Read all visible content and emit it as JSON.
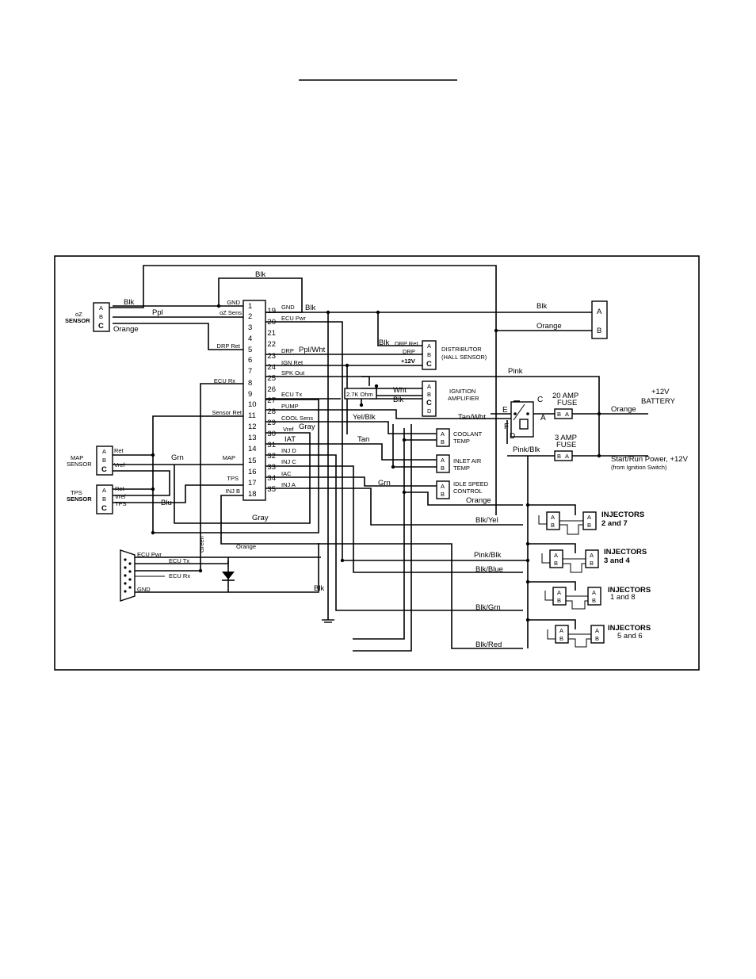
{
  "header_rule": true,
  "pins_left": [
    "1",
    "2",
    "3",
    "4",
    "5",
    "6",
    "7",
    "8",
    "9",
    "10",
    "11",
    "12",
    "13",
    "14",
    "15",
    "16",
    "17",
    "18"
  ],
  "pins_right": [
    "19",
    "20",
    "21",
    "22",
    "23",
    "24",
    "25",
    "26",
    "27",
    "28",
    "29",
    "30",
    "31",
    "32",
    "33",
    "34",
    "35"
  ],
  "pin_labels": {
    "gnd_l": "GND",
    "o2_sens": "oZ Sens",
    "drp_ret_l": "DRP Ret",
    "ecu_rx": "ECU Rx",
    "sensor_ret": "Sensor Ret",
    "map": "MAP",
    "tps": "TPS",
    "inj_b": "INJ B",
    "gnd_r": "GND",
    "ecu_pwr": "ECU Pwr",
    "drp": "DRP",
    "ign_ret": "IGN Ret",
    "spk_out": "SPK Out",
    "ecu_tx": "ECU Tx",
    "pump": "PUMP",
    "cool_sens": "COOL Sens",
    "vref": "Vref",
    "iat": "IAT",
    "inj_d": "INJ D",
    "inj_c": "INJ C",
    "iac": "IAC",
    "inj_a": "INJ A"
  },
  "wires": {
    "blk": "Blk",
    "ppl": "Ppl",
    "orange": "Orange",
    "ppl_wht": "Ppl/Wht",
    "gray": "Gray",
    "wht": "Wht",
    "tan_wht": "Tan/Wht",
    "yel_blk": "Yel/Blk",
    "tan": "Tan",
    "grn": "Grn",
    "blu": "Blu",
    "pink": "Pink",
    "pink_blk": "Pink/Blk",
    "blk_yel": "Blk/Yel",
    "blk_blue": "Blk/Blue",
    "blk_grn": "Blk/Grn",
    "blk_red": "Blk/Red",
    "green_v": "Green"
  },
  "components": {
    "o2_line1": "oZ",
    "o2_line2": "SENSOR",
    "map_line1": "MAP",
    "map_line2": "SENSOR",
    "tps_line1": "TPS",
    "tps_line2": "SENSOR",
    "dist_line1": "DISTRIBUTOR",
    "dist_line2": "(HALL SENSOR)",
    "dist_drp_ret": "DRP Ret",
    "dist_drp": "DRP",
    "dist_12v": "+12V",
    "ign_line1": "IGNITION",
    "ign_line2": "AMPLIFIER",
    "cool_line1": "COOLANT",
    "cool_line2": "TEMP",
    "iat_line1": "INLET AIR",
    "iat_line2": "TEMP",
    "iac_line1": "IDLE SPEED",
    "iac_line2": "CONTROL",
    "resistor": "2.7K Ohm",
    "fuse20_line1": "20 AMP",
    "fuse20_line2": "FUSE",
    "fuse3_line1": "3 AMP",
    "fuse3_line2": "FUSE",
    "battery_line1": "+12V",
    "battery_line2": "BATTERY",
    "start_line1": "Start/Run Power, +12V",
    "start_line2": "(from Ignition Switch)",
    "inj27_line1": "INJECTORS",
    "inj27_line2": "2 and 7",
    "inj34_line1": "INJECTORS",
    "inj34_line2": "3 and 4",
    "inj18_line1": "INJECTORS",
    "inj18_line2": "1 and 8",
    "inj56_line1": "INJECTORS",
    "inj56_line2": "5 and 6",
    "relay_c": "C",
    "relay_e": "E",
    "relay_a": "A",
    "relay_f": "F",
    "relay_d": "D",
    "pin_a": "A",
    "pin_b": "B",
    "pin_c": "C",
    "pin_d": "D",
    "ret": "Ret",
    "vref": "Vref",
    "db9_ecu_pwr": "ECU Pwr",
    "db9_ecu_tx": "ECU Tx",
    "db9_ecu_rx": "ECU Rx",
    "db9_gnd": "GND",
    "orange_v": "Orange"
  }
}
